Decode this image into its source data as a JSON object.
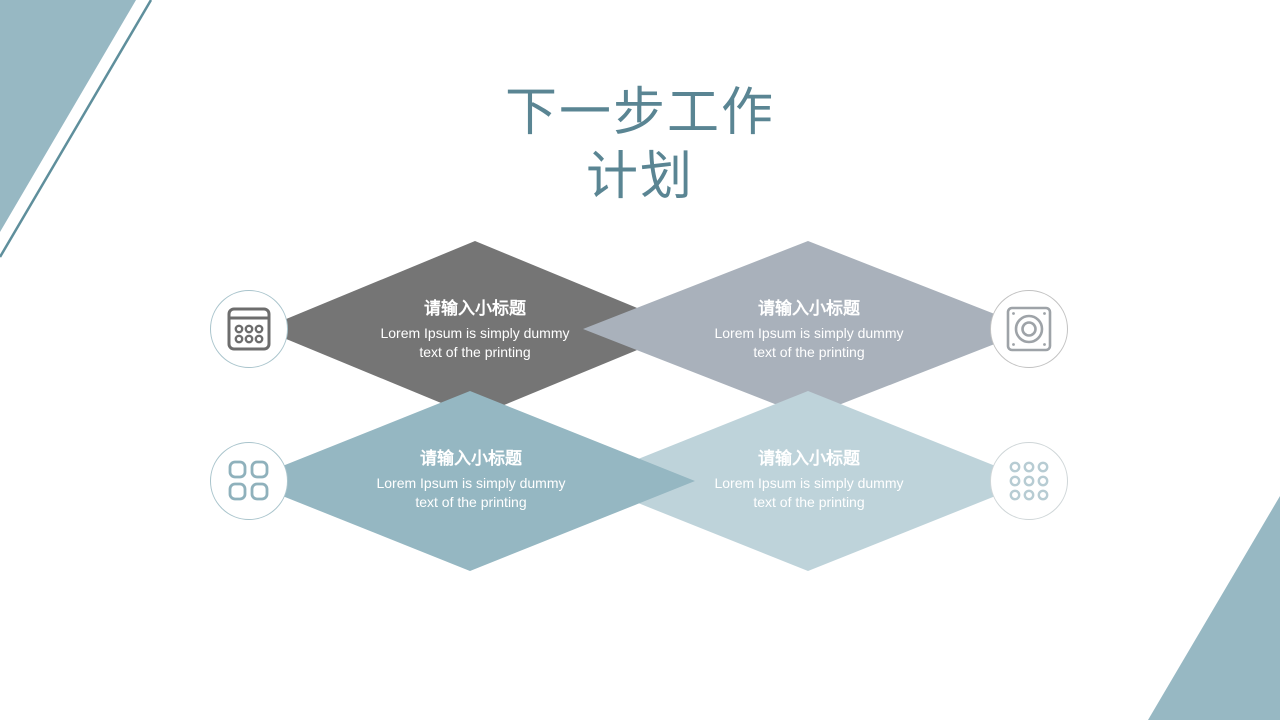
{
  "slide": {
    "title_line1": "下一步工作",
    "title_line2": "计划",
    "colors": {
      "accent": "#5a8593",
      "decor": "#97b8c3",
      "card1": "#757575",
      "card2": "#a9b1bb",
      "card3": "#95b7c2",
      "card4": "#bed3da"
    }
  },
  "cards": [
    {
      "title": "请输入小标题",
      "body_line1": "Lorem Ipsum is simply dummy",
      "body_line2": "text of the printing",
      "icon": "calendar-icon"
    },
    {
      "title": "请输入小标题",
      "body_line1": "Lorem Ipsum is simply dummy",
      "body_line2": "text of the printing",
      "icon": "speaker-icon"
    },
    {
      "title": "请输入小标题",
      "body_line1": "Lorem Ipsum is simply dummy",
      "body_line2": "text of the printing",
      "icon": "grid-four-icon"
    },
    {
      "title": "请输入小标题",
      "body_line1": "Lorem Ipsum is simply dummy",
      "body_line2": "text of the printing",
      "icon": "grid-nine-dots-icon"
    }
  ]
}
